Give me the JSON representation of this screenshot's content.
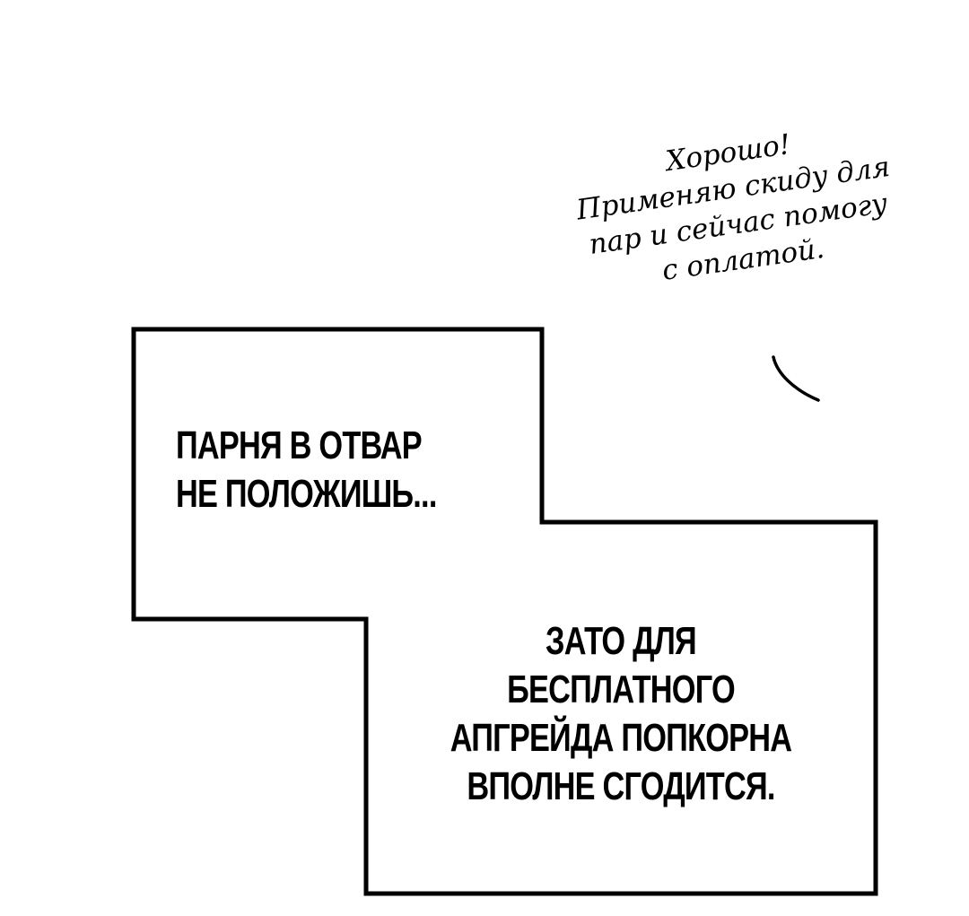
{
  "colors": {
    "background": "#ffffff",
    "ink": "#000000"
  },
  "speech_bubble": {
    "lines": [
      "Хорошо!",
      "Применяю скиду для",
      "пар и сейчас помогу",
      "с оплатой."
    ]
  },
  "caption_top": {
    "lines": [
      "ПАРНЯ В ОТВАР",
      "НЕ ПОЛОЖИШЬ..."
    ]
  },
  "caption_bottom": {
    "lines": [
      "ЗАТО ДЛЯ",
      "БЕСПЛАТНОГО",
      "АПГРЕЙДА ПОПКОРНА",
      "ВПОЛНЕ СГОДИТСЯ."
    ]
  }
}
